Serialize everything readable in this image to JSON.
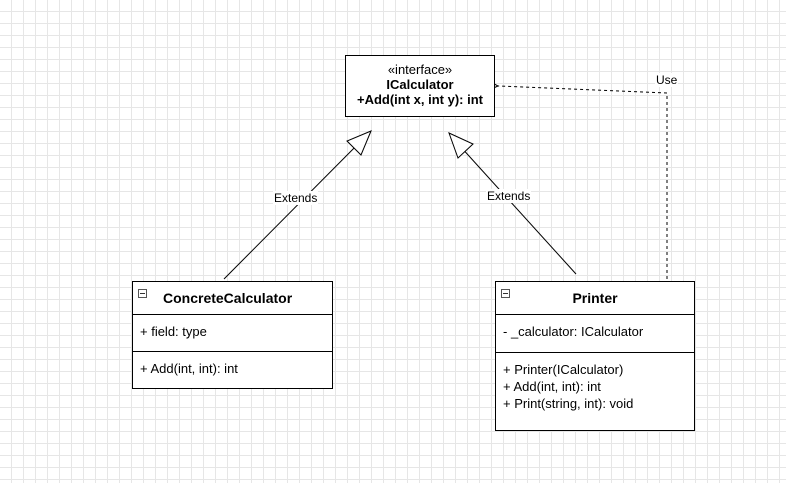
{
  "interface": {
    "stereotype": "«interface»",
    "name": "ICalculator",
    "operation": "+Add(int x, int y): int"
  },
  "concrete_calculator": {
    "name": "ConcreteCalculator",
    "fields": [
      "+ field: type"
    ],
    "methods": [
      "+ Add(int, int): int"
    ]
  },
  "printer": {
    "name": "Printer",
    "fields": [
      "- _calculator: ICalculator"
    ],
    "methods": [
      "+ Printer(ICalculator)",
      "+ Add(int, int): int",
      "+ Print(string, int): void"
    ]
  },
  "edges": {
    "extends_left": "Extends",
    "extends_right": "Extends",
    "use": "Use"
  },
  "colors": {
    "line": "#000000",
    "grid": "#e6e6e6",
    "background": "#ffffff"
  }
}
